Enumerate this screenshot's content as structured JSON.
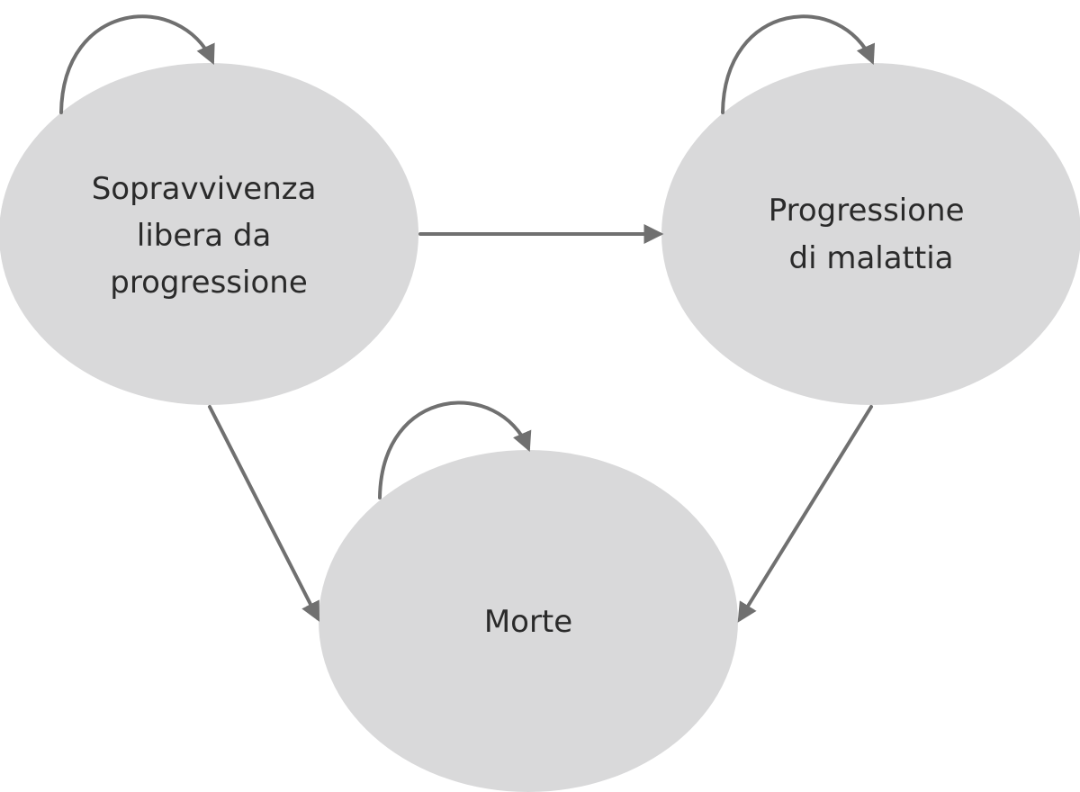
{
  "diagram": {
    "colors": {
      "node_fill": "#d9d9da",
      "edge": "#707070",
      "text": "#2a2a2a"
    },
    "nodes": {
      "pfs": {
        "lines": [
          "Sopravvivenza",
          "libera da",
          "progressione"
        ]
      },
      "progression": {
        "lines": [
          "Progressione",
          "di malattia"
        ]
      },
      "death": {
        "lines": [
          "Morte"
        ]
      }
    }
  }
}
